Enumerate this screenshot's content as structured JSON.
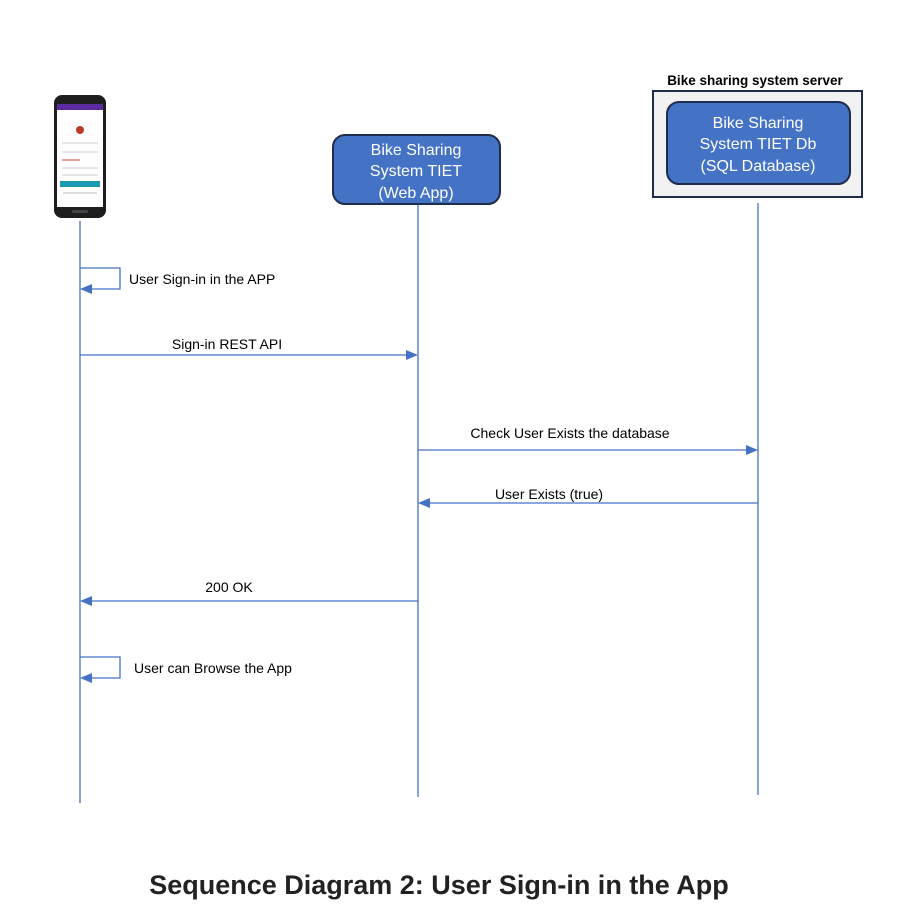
{
  "server_group": {
    "title": "Bike sharing system server"
  },
  "participants": {
    "mobile_app": {
      "name": ""
    },
    "web_app": {
      "lines": [
        "Bike Sharing",
        "System TIET",
        "(Web App)"
      ]
    },
    "database": {
      "lines": [
        "Bike Sharing",
        "System TIET Db",
        "(SQL Database)"
      ]
    }
  },
  "messages": [
    {
      "from": "mobile_app",
      "to": "mobile_app",
      "label": "User Sign-in in the APP"
    },
    {
      "from": "mobile_app",
      "to": "web_app",
      "label": "Sign-in REST API"
    },
    {
      "from": "web_app",
      "to": "database",
      "label": "Check User Exists  the database"
    },
    {
      "from": "database",
      "to": "web_app",
      "label": "User Exists (true)"
    },
    {
      "from": "web_app",
      "to": "mobile_app",
      "label": "200 OK"
    },
    {
      "from": "mobile_app",
      "to": "mobile_app",
      "label": "User can Browse the App"
    }
  ],
  "caption": "Sequence Diagram 2: User Sign-in in the App",
  "colors": {
    "box_fill": "#4472c4",
    "box_border": "#1f2d4d",
    "line": "#4472c4",
    "server_bg": "#f2f2f2"
  }
}
